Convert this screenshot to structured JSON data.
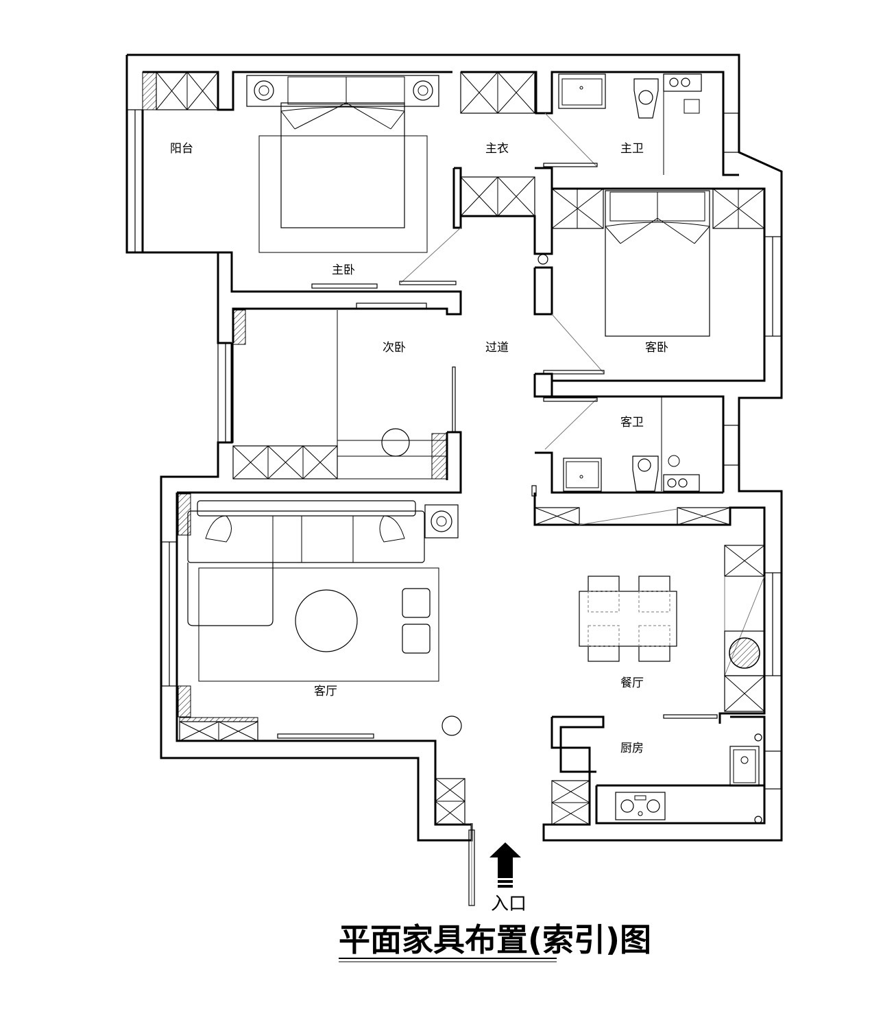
{
  "rooms": {
    "balcony": "阳台",
    "master_closet": "主衣",
    "master_bath": "主卫",
    "master_bedroom": "主卧",
    "second_bedroom": "次卧",
    "corridor": "过道",
    "guest_bedroom": "客卧",
    "guest_bath": "客卫",
    "living_room": "客厅",
    "dining_room": "餐厅",
    "kitchen": "厨房"
  },
  "entrance_label": "入口",
  "title": "平面家具布置(索引)图"
}
